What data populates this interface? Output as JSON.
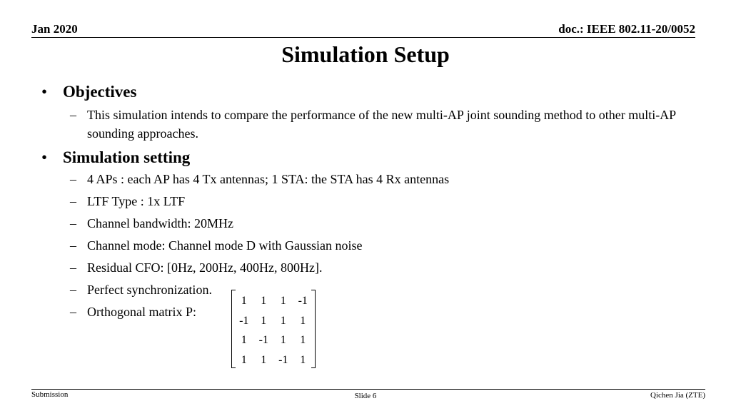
{
  "header": {
    "date": "Jan 2020",
    "doc_id": "doc.: IEEE 802.11-20/0052"
  },
  "title": "Simulation Setup",
  "bullets": {
    "objectives": {
      "label": "Objectives",
      "items": [
        "This simulation intends to compare the performance of the new multi-AP joint sounding method to other multi-AP sounding approaches."
      ]
    },
    "setting": {
      "label": "Simulation setting",
      "items": [
        "4 APs : each AP has 4 Tx antennas;  1 STA: the STA has 4 Rx antennas",
        "LTF Type : 1x LTF",
        "Channel bandwidth:  20MHz",
        "Channel mode:  Channel mode D with Gaussian noise",
        "Residual CFO: [0Hz, 200Hz, 400Hz, 800Hz].",
        "Perfect synchronization.",
        "Orthogonal matrix P:"
      ]
    }
  },
  "matrix_p": [
    [
      "1",
      "1",
      "1",
      "-1"
    ],
    [
      "-1",
      "1",
      "1",
      "1"
    ],
    [
      "1",
      "-1",
      "1",
      "1"
    ],
    [
      "1",
      "1",
      "-1",
      "1"
    ]
  ],
  "footer": {
    "left": "Submission",
    "center": "Slide 6",
    "right": "Qichen Jia (ZTE)"
  }
}
